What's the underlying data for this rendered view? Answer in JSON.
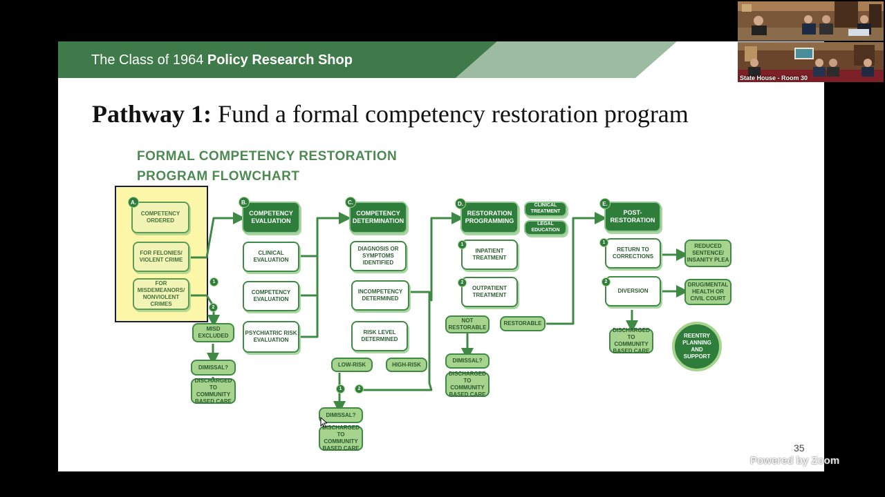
{
  "banner": {
    "prefix": "The Class of 1964 ",
    "bold": "Policy Research Shop"
  },
  "slide_title": {
    "bold": "Pathway 1:",
    "rest": " Fund a formal competency restoration program"
  },
  "flowchart_title": {
    "line1": "FORMAL COMPETENCY RESTORATION",
    "line2": "PROGRAM FLOWCHART"
  },
  "colors": {
    "banner_dark": "#3f7a4a",
    "banner_light": "#9dbba0",
    "green_dark": "#2f7d3b",
    "green_light": "#a6d38d",
    "highlight_yellow": "#fcf7a8"
  },
  "stages": {
    "a": {
      "letter": "A.",
      "title": "COMPETENCY ORDERED",
      "felonies": "FOR FELONIES/ VIOLENT CRIME",
      "misdemeanors": "FOR MISDEMEANORS/ NONVIOLENT CRIMES"
    },
    "b": {
      "letter": "B.",
      "title": "COMPETENCY EVALUATION",
      "clinical": "CLINICAL EVALUATION",
      "competency": "COMPETENCY EVALUATION",
      "psychiatric": "PSYCHIATRIC RISK EVALUATION"
    },
    "c": {
      "letter": "C.",
      "title": "COMPETENCY DETERMINATION",
      "diagnosis": "DIAGNOSIS OR SYMPTOMS IDENTIFIED",
      "incompetency": "INCOMPETENCY DETERMINED",
      "risk": "RISK LEVEL DETERMINED",
      "low_risk": "LOW-RISK",
      "high_risk": "HIGH-RISK"
    },
    "d": {
      "letter": "D.",
      "title": "RESTORATION PROGRAMMING",
      "clinical_treatment": "CLINICAL TREATMENT",
      "legal_education": "LEGAL EDUCATION",
      "inpatient": "INPATIENT TREATMENT",
      "outpatient": "OUTPATIENT TREATMENT",
      "not_restorable": "NOT RESTORABLE",
      "restorable": "RESTORABLE"
    },
    "e": {
      "letter": "E.",
      "title": "POST-RESTORATION",
      "return": "RETURN TO CORRECTIONS",
      "reduced": "REDUCED SENTENCE/ INSANITY PLEA",
      "diversion": "DIVERSION",
      "drug": "DRUG/MENTAL HEALTH OR CIVIL COURT",
      "discharged": "DISCHARGED TO COMMUNITY BASED CARE",
      "reentry": "REENTRY PLANNING AND SUPPORT"
    }
  },
  "misc": {
    "misd_excluded": "MISD EXCLUDED",
    "dismissal": "DIMISSAL?",
    "discharged": "DISCHARGED TO COMMUNITY BASED CARE"
  },
  "numbers": {
    "one": "1",
    "two": "2"
  },
  "page_number": "35",
  "video": {
    "tile_label": "State House - Room 30",
    "watermark": "Powered by Zoom"
  }
}
